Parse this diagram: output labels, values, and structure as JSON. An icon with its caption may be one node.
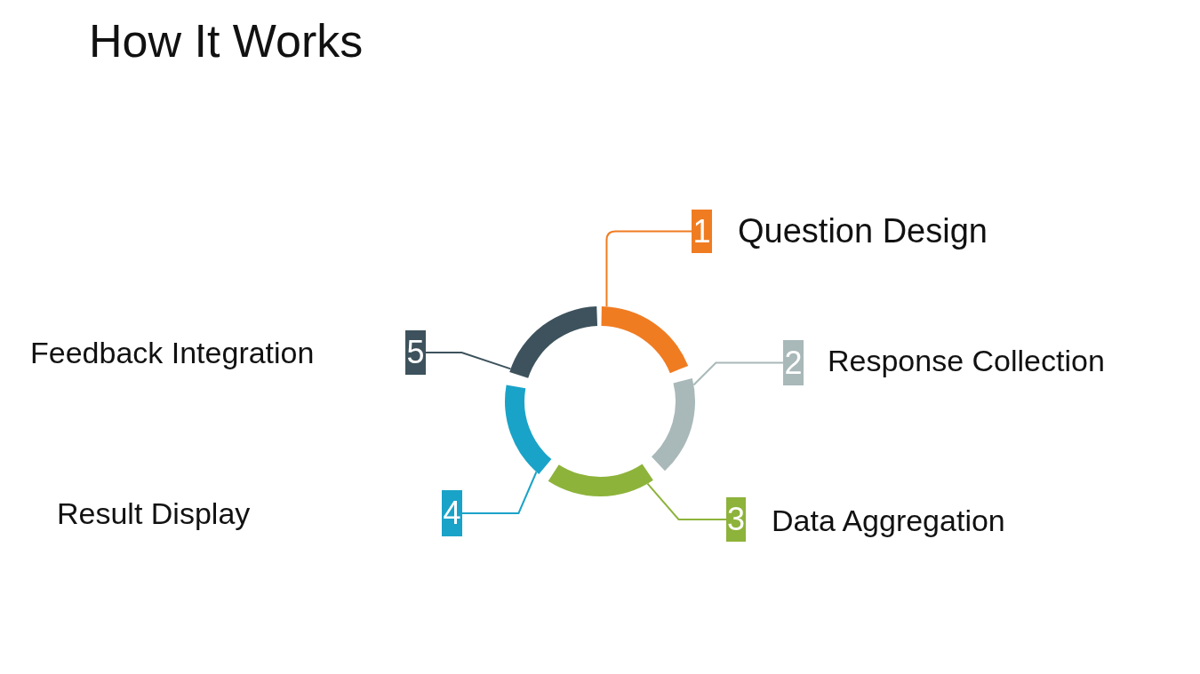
{
  "diagram": {
    "title": "How It Works",
    "nodes": [
      {
        "text": [
          "1"
        ],
        "beside": [
          "Question Design"
        ]
      },
      {
        "text": [
          "2"
        ],
        "beside": [
          "Response Collection"
        ]
      },
      {
        "text": [
          "3"
        ],
        "beside": [
          "Data Aggregation"
        ]
      },
      {
        "text": [
          "4"
        ]
      },
      {
        "text": [
          "5"
        ],
        "beside": [
          "Feedback Integration"
        ]
      },
      {
        "text": [],
        "shape": "arc"
      },
      {
        "text": [],
        "shape": "arc"
      },
      {
        "text": [],
        "shape": "arc"
      },
      {
        "text": [],
        "shape": "arc"
      },
      {
        "text": [],
        "shape": "arc"
      }
    ],
    "edges": [
      {
        "from": 0,
        "to": 5,
        "arrow": "none",
        "color": "#f07c22"
      },
      {
        "from": 1,
        "to": 6,
        "arrow": "none",
        "color": "#a9b8b8"
      },
      {
        "from": 2,
        "to": 7,
        "arrow": "none",
        "color": "#8db33a"
      },
      {
        "from": 3,
        "to": 8,
        "arrow": "none",
        "color": "#1aa3c8"
      },
      {
        "from": 4,
        "to": 9,
        "arrow": "none",
        "color": "#3d525c"
      }
    ],
    "labels": [
      "Result Display"
    ]
  }
}
